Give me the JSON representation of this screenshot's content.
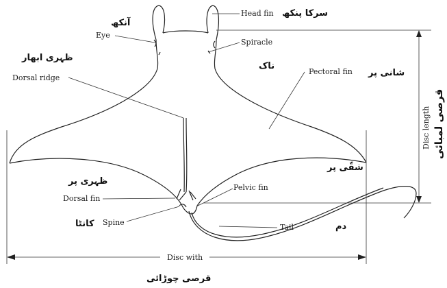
{
  "labels": {
    "head_fin": "Head fin",
    "eye": "Eye",
    "spiracle": "Spiracle",
    "dorsal_ridge": "Dorsal ridge",
    "pectoral_fin": "Pectoral fin",
    "pelvic_fin": "Pelvic fin",
    "dorsal_fin": "Dorsal fin",
    "spine": "Spine",
    "tail": "Tail",
    "disc_length": "Disc length",
    "disc_width": "Disc with"
  },
  "urdu": {
    "eye": "آنکھ",
    "head_fin": "سرکا پنکھ",
    "dorsal_ridge": "ظہری ابھار",
    "nose": "ناک",
    "pectoral_fin": "شانی پر",
    "dorsal_fin": "ظہری پر",
    "pelvic_fin": "شقّی پر",
    "spine": "کانٹا",
    "tail": "دم",
    "disc_width": "قرصی چوڑائی",
    "disc_length": "قرصی لمبائی"
  }
}
